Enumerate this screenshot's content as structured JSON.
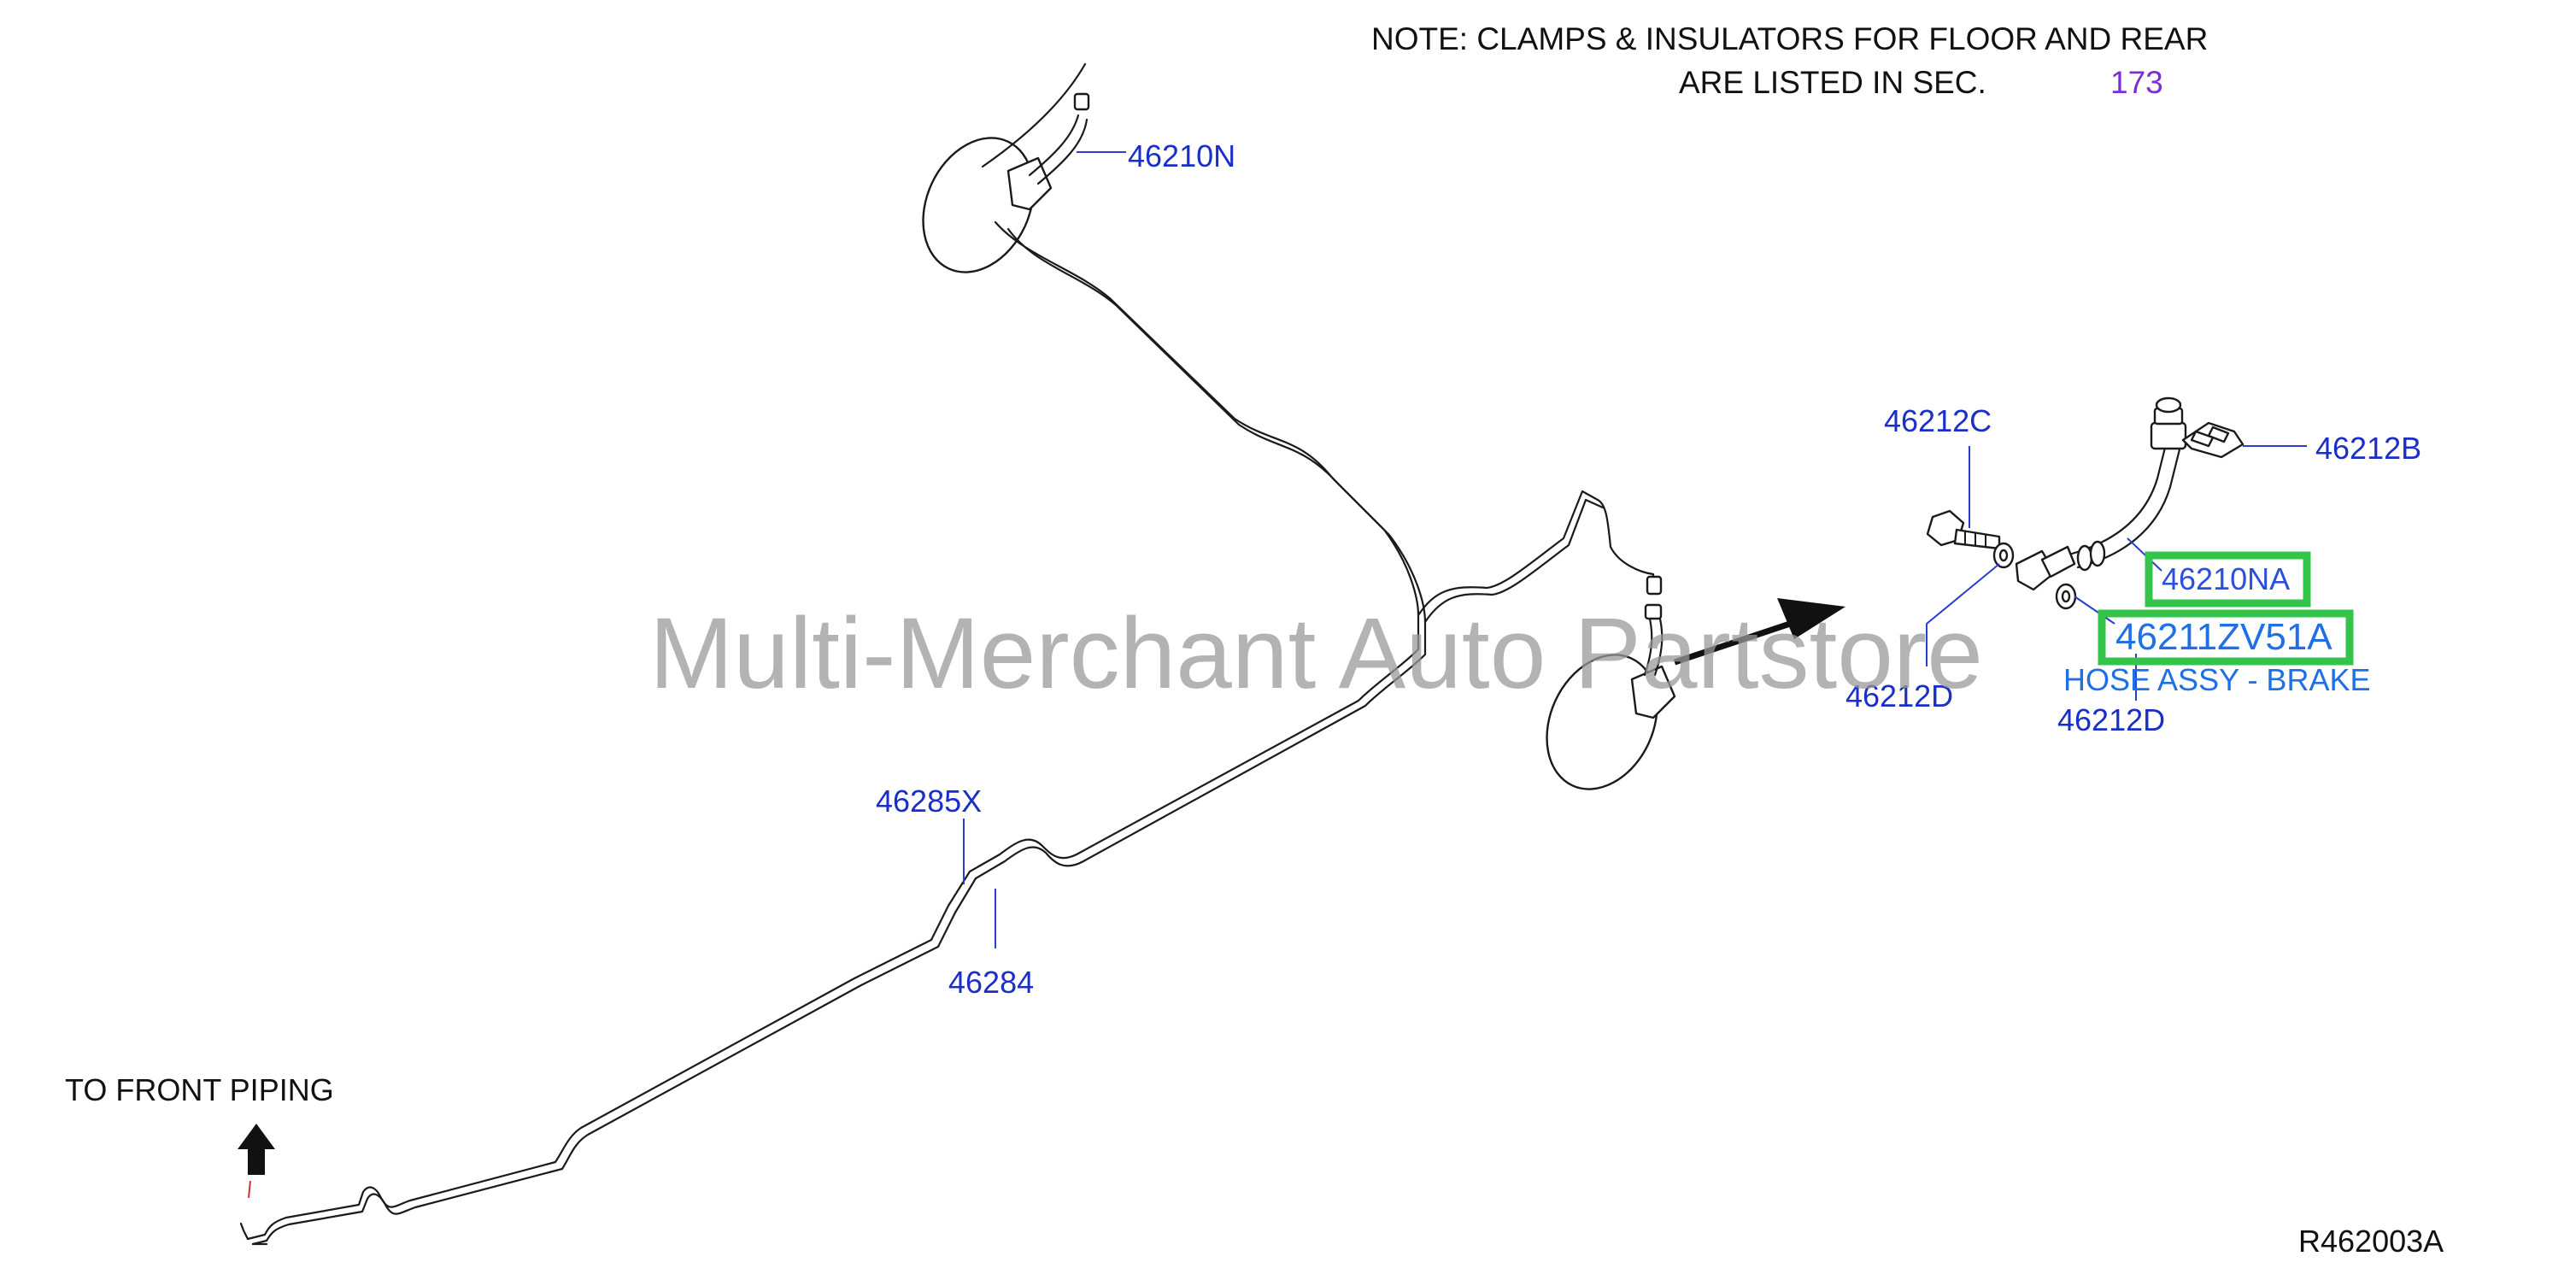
{
  "note": {
    "line1": "NOTE:  CLAMPS  &  INSULATORS  FOR  FLOOR  AND  REAR",
    "line2": "ARE  LISTED  IN  SEC.",
    "section_ref": "173"
  },
  "watermark": "Multi-Merchant Auto Partstore",
  "to_front_label": "TO  FRONT  PIPING",
  "diagram_code": "R462003A",
  "colors": {
    "highlight_border": "#33c44a",
    "part_label_blue": "#1a2fc8",
    "section_ref_purple": "#7a2fd0"
  },
  "callouts": {
    "c46210N": "46210N",
    "c46212C": "46212C",
    "c46212B": "46212B",
    "c46210NA": "46210NA",
    "c46211ZV51A": "46211ZV51A",
    "hose_desc": "HOSE ASSY - BRAKE",
    "c46212D_left": "46212D",
    "c46212D_right": "46212D",
    "c46285X": "46285X",
    "c46284": "46284"
  }
}
